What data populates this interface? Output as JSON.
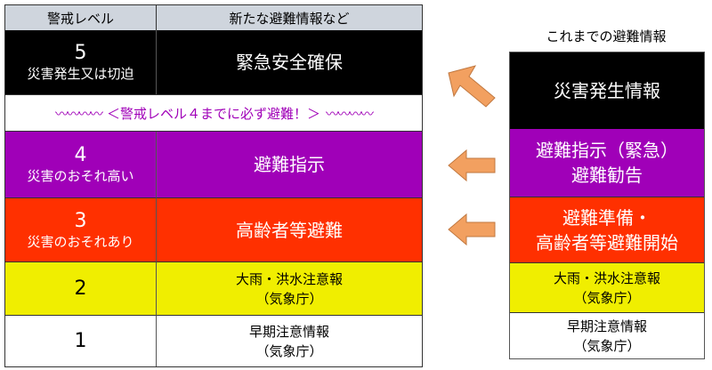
{
  "table": {
    "header_level": "警戒レベル",
    "header_info": "新たな避難情報など"
  },
  "rows": {
    "level5": {
      "num": "5",
      "sub": "災害発生又は切迫",
      "info": "緊急安全確保"
    },
    "level4": {
      "num": "4",
      "sub": "災害のおそれ高い",
      "info": "避難指示"
    },
    "level3": {
      "num": "3",
      "sub": "災害のおそれあり",
      "info": "高齢者等避難"
    },
    "level2": {
      "num": "2",
      "info_line1": "大雨・洪水注意報",
      "info_line2": "（気象庁）"
    },
    "level1": {
      "num": "1",
      "info_line1": "早期注意情報",
      "info_line2": "（気象庁）"
    }
  },
  "banner": {
    "wave": "〰〰〰〰",
    "text": "＜警戒レベル４までに必ず避難！＞"
  },
  "previous": {
    "title": "これまでの避難情報",
    "disaster": "災害発生情報",
    "order_line1": "避難指示（緊急）",
    "order_line2": "避難勧告",
    "prep_line1": "避難準備・",
    "prep_line2": "高齢者等避難開始",
    "adv_line1": "大雨・洪水注意報",
    "adv_line2": "（気象庁）",
    "early_line1": "早期注意情報",
    "early_line2": "（気象庁）"
  },
  "colors": {
    "header": "#cfd5dd",
    "level5": "#000000",
    "level4": "#a000b8",
    "level3": "#ff3000",
    "level2": "#f0ee00",
    "level1": "#ffffff",
    "arrow": "#f2a060"
  },
  "icons": [
    "arrow-up-left-icon",
    "arrow-left-icon",
    "arrow-left-icon"
  ]
}
